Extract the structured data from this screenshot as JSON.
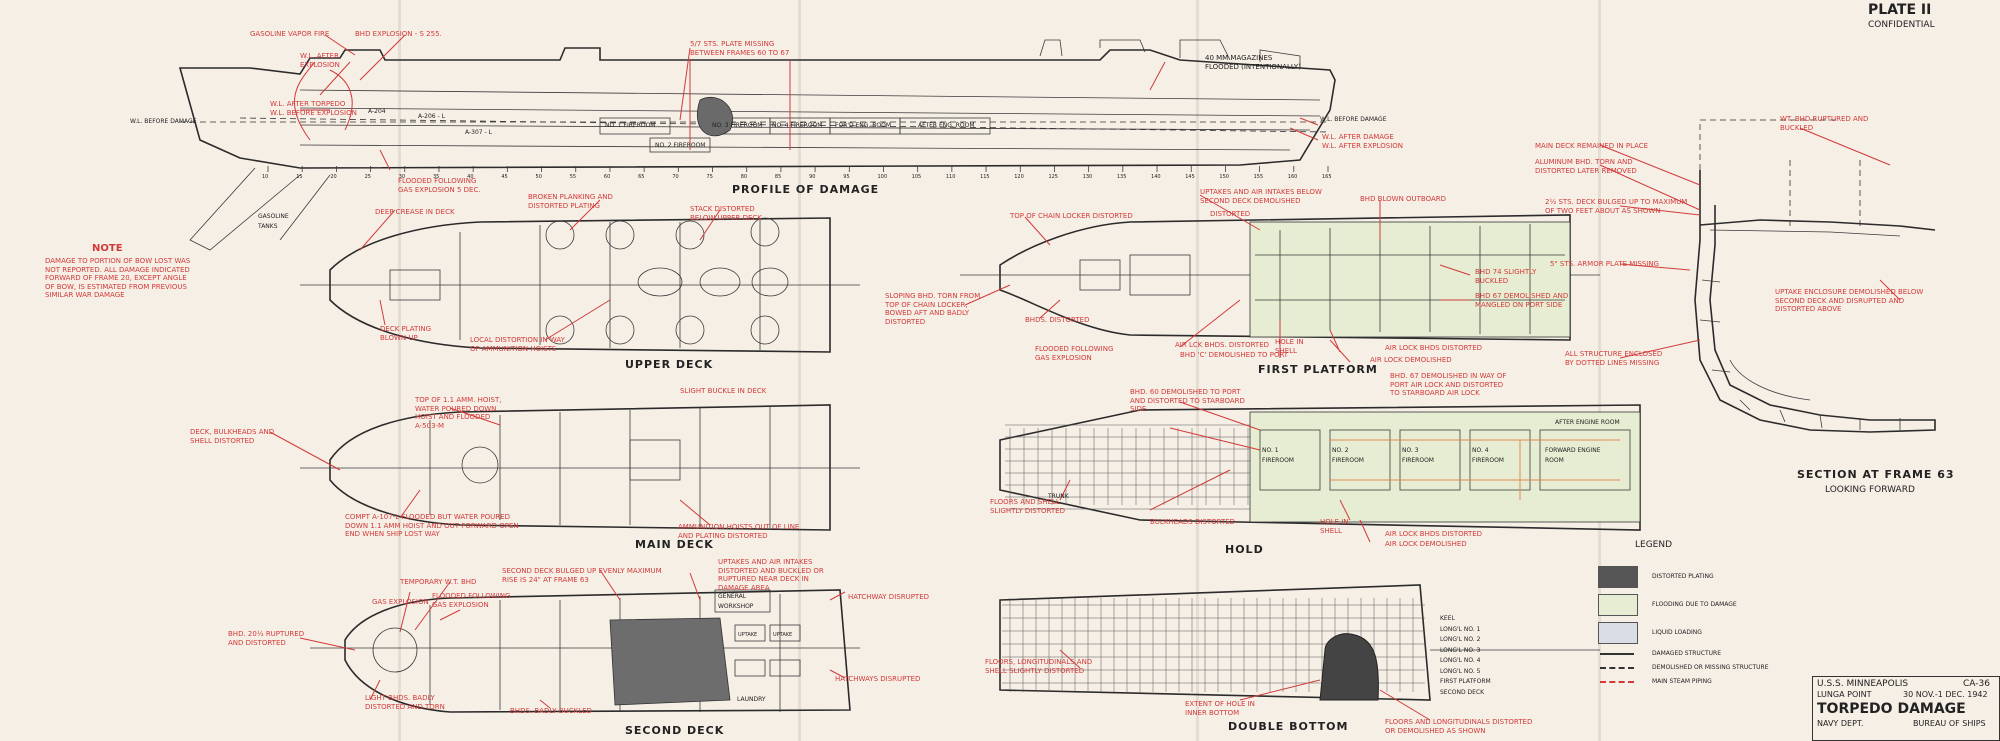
{
  "plate": {
    "number": "PLATE II",
    "classification": "CONFIDENTIAL"
  },
  "views": {
    "profile": "PROFILE OF DAMAGE",
    "upper_deck": "UPPER DECK",
    "main_deck": "MAIN DECK",
    "second_deck": "SECOND DECK",
    "first_platform": "FIRST PLATFORM",
    "hold": "HOLD",
    "double_bottom": "DOUBLE BOTTOM",
    "section": "SECTION AT FRAME 63",
    "section_sub": "LOOKING FORWARD"
  },
  "profile_labels": {
    "fireroom1": "NO. 1 FIREROOM",
    "fireroom2": "NO. 2 FIREROOM",
    "fireroom3": "NO. 3 FIREROOM",
    "fireroom4": "NO. 4 FIREROOM",
    "fwd_eng": "FOR'D ENG. ROOM",
    "aft_eng": "AFTER ENG. ROOM",
    "wl_before": "W.L. BEFORE DAMAGE",
    "wl_before_right": "W.L. BEFORE DAMAGE",
    "gasoline_tanks": "GASOLINE TANKS",
    "comp_a204": "A-204",
    "comp_a206": "A-206 - L",
    "comp_a307": "A-307 - L"
  },
  "frames": [
    "10",
    "15",
    "20",
    "25",
    "30",
    "35",
    "40",
    "45",
    "50",
    "55",
    "60",
    "65",
    "70",
    "75",
    "80",
    "85",
    "90",
    "95",
    "100",
    "105",
    "110",
    "115",
    "120",
    "125",
    "130",
    "135",
    "140",
    "145",
    "150",
    "155",
    "160",
    "165"
  ],
  "note": {
    "heading": "NOTE",
    "text": "DAMAGE TO PORTION OF BOW LOST WAS\nNOT REPORTED. ALL DAMAGE INDICATED\nFORWARD OF FRAME 20, EXCEPT ANGLE\nOF BOW, IS ESTIMATED FROM PREVIOUS\nSIMILAR WAR DAMAGE"
  },
  "annotations": {
    "gas_vapor": "GASOLINE VAPOR FIRE",
    "bhd_explosion": "BHD EXPLOSION - S 255.",
    "wl_after_explosion": "W.L. AFTER\nEXPLOSION",
    "wl_after_torpedo": "W.L. AFTER TORPEDO\nW.L. BEFORE EXPLOSION",
    "plate_missing": "5/7 STS. PLATE MISSING\nBETWEEN FRAMES 60 TO 67",
    "magazines": "40 MM MAGAZINES\nFLOODED (INTENTIONALLY)",
    "wl_after_damage": "W.L. AFTER DAMAGE",
    "wl_after_explosion2": "W.L. AFTER EXPLOSION",
    "flooded_gas": "FLOODED FOLLOWING\nGAS EXPLOSION 5 DEC.",
    "deep_crease": "DEEP CREASE IN DECK",
    "broken_planking": "BROKEN PLANKING AND\nDISTORTED PLATING",
    "stack_distorted": "STACK DISTORTED\nBELOW UPPER DECK",
    "deck_plating": "DECK PLATING\nBLOWN UP",
    "local_distortion": "LOCAL DISTORTION IN WAY\nOF AMMUNITION HOISTS",
    "chain_locker": "TOP OF CHAIN LOCKER DISTORTED",
    "sloping_bhd": "SLOPING BHD. TORN FROM\nTOP OF CHAIN LOCKER,\nBOWED AFT AND BADLY\nDISTORTED",
    "bhds_distorted": "BHDS. DISTORTED",
    "flooded_following": "FLOODED FOLLOWING\nGAS EXPLOSION",
    "uptakes_intakes": "UPTAKES AND AIR INTAKES BELOW\nSECOND DECK DEMOLISHED",
    "bhd_blown": "BHD BLOWN OUTBOARD",
    "distorted": "DISTORTED",
    "bhd74": "BHD 74 SLIGHTLY\nBUCKLED",
    "bhd67": "BHD 67 DEMOLISHED AND\nMANGLED ON PORT SIDE",
    "air_lock_bhds": "AIR LCK BHDS. DISTORTED",
    "bhd_demolished_port": "BHD 'C' DEMOLISHED TO PORT",
    "hole_shell": "HOLE IN\nSHELL",
    "air_lock_dist": "AIR LOCK BHDS DISTORTED",
    "air_lock_dem": "AIR LOCK DEMOLISHED",
    "slight_buckle": "SLIGHT BUCKLE IN DECK",
    "deck_bulkheads": "DECK, BULKHEADS AND\nSHELL DISTORTED",
    "top_hoist": "TOP OF 1.1 AMM. HOIST,\nWATER POURED DOWN\nHOIST AND FLOODED\nA-503-M",
    "compt_flooded": "COMPT A-107-L FLOODED BUT WATER POURED\nDOWN 1.1 AMM HOIST AND OUT FORWARD OPEN\nEND WHEN SHIP LOST WAY",
    "ammunition_hoists": "AMMUNITION HOISTS OUT OF LINE\nAND PLATING DISTORTED",
    "bhd60": "BHD. 60 DEMOLISHED TO PORT\nAND DISTORTED TO STARBOARD\nSIDE",
    "bhd67_hold": "BHD. 67 DEMOLISHED IN WAY OF\nPORT AIR LOCK AND DISTORTED\nTO STARBOARD AIR LOCK",
    "trunk": "TRUNK",
    "floors_shell": "FLOORS AND SHELL\nSLIGHTLY DISTORTED",
    "bulkheads_distorted": "BULKHEADS DISTORTED",
    "temp_wt": "TEMPORARY W.T. BHD",
    "gas_explosion": "GAS EXPLOSION",
    "flooded_following2": "FLOODED FOLLOWING\nGAS EXPLOSION",
    "second_deck_bulged": "SECOND DECK BULGED UP EVENLY MAXIMUM\nRISE IS 24\" AT FRAME 63",
    "uptakes_buckled": "UPTAKES AND AIR INTAKES\nDISTORTED AND BUCKLED OR\nRUPTURED NEAR DECK IN\nDAMAGE AREA",
    "hatchway_disrupted": "HATCHWAY DISRUPTED",
    "hatchways_disrupted": "HATCHWAYS DISRUPTED",
    "bhd20": "BHD. 20½ RUPTURED\nAND DISTORTED",
    "light_bhds": "LIGHT BHDS. BADLY\nDISTORTED AND TORN",
    "bhds_badly": "BHDS. BADLY BUCKLED",
    "floors_long": "FLOORS, LONGITUDINALS AND\nSHELL SLIGHTLY DISTORTED",
    "extent_hole": "EXTENT OF HOLE IN\nINNER BOTTOM",
    "floors_demolished": "FLOORS AND LONGITUDINALS DISTORTED\nOR DEMOLISHED AS SHOWN",
    "wt_bhd_ruptured": "WT. BHD RUPTURED AND\nBUCKLED",
    "main_deck_remained": "MAIN DECK REMAINED IN PLACE",
    "aluminum_bhd": "ALUMINUM BHD. TORN AND\nDISTORTED LATER REMOVED",
    "deck_bulged": "2½ STS. DECK BULGED UP TO MAXIMUM\nOF TWO FEET ABOUT AS SHOWN",
    "armor_missing": "5\" STS. ARMOR PLATE MISSING",
    "uptake_enclosure": "UPTAKE ENCLOSURE DEMOLISHED BELOW\nSECOND DECK AND DISRUPTED AND\nDISTORTED ABOVE",
    "structure_enclosed": "ALL STRUCTURE ENCLOSED\nBY DOTTED LINES MISSING"
  },
  "hold_labels": {
    "fireroom1": "NO. 1\nFIREROOM",
    "fireroom2": "NO. 2\nFIREROOM",
    "fireroom3": "NO. 3\nFIREROOM",
    "fireroom4": "NO. 4\nFIREROOM",
    "fwd_eng": "FORWARD ENGINE\nROOM",
    "aft_eng": "AFTER ENGINE ROOM"
  },
  "second_deck_labels": {
    "general_workshop": "GENERAL\nWORKSHOP",
    "laundry": "LAUNDRY",
    "uptake": "UPTAKE"
  },
  "double_bottom_keys": [
    "KEEL",
    "LONG'L NO. 1",
    "LONG'L NO. 2",
    "LONG'L NO. 3",
    "LONG'L NO. 4",
    "LONG'L NO. 5",
    "FIRST PLATFORM",
    "SECOND DECK"
  ],
  "legend": {
    "title": "LEGEND",
    "items": [
      {
        "label": "DISTORTED PLATING",
        "color": "#555555"
      },
      {
        "label": "FLOODING DUE TO DAMAGE",
        "color": "#e6edd2"
      },
      {
        "label": "LIQUID LOADING",
        "color": "#d9dde6"
      }
    ],
    "lines": [
      "DAMAGED STRUCTURE",
      "DEMOLISHED OR MISSING STRUCTURE",
      "MAIN STEAM PIPING"
    ]
  },
  "title_block": {
    "ship": "U.S.S. MINNEAPOLIS",
    "hull": "CA-36",
    "place": "LUNGA POINT",
    "date": "30 NOV.-1 DEC. 1942",
    "title": "TORPEDO DAMAGE",
    "dept": "NAVY DEPT.",
    "bureau": "BUREAU OF SHIPS"
  },
  "colors": {
    "ink": "#2b2b2b",
    "annotation": "#d23a3a",
    "paper": "#f6efe6"
  }
}
